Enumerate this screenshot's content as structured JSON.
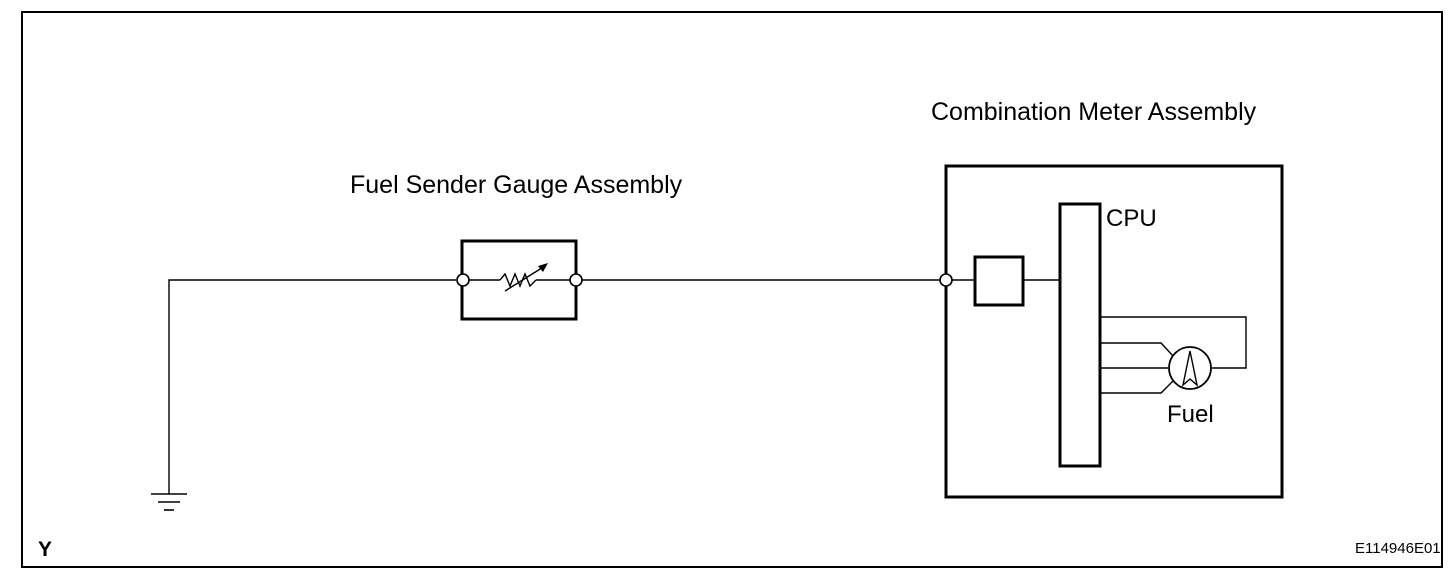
{
  "labels": {
    "combination_meter": "Combination Meter Assembly",
    "fuel_sender": "Fuel Sender Gauge Assembly",
    "cpu": "CPU",
    "fuel": "Fuel",
    "corner_mark": "Y",
    "figure_code": "E114946E01"
  }
}
